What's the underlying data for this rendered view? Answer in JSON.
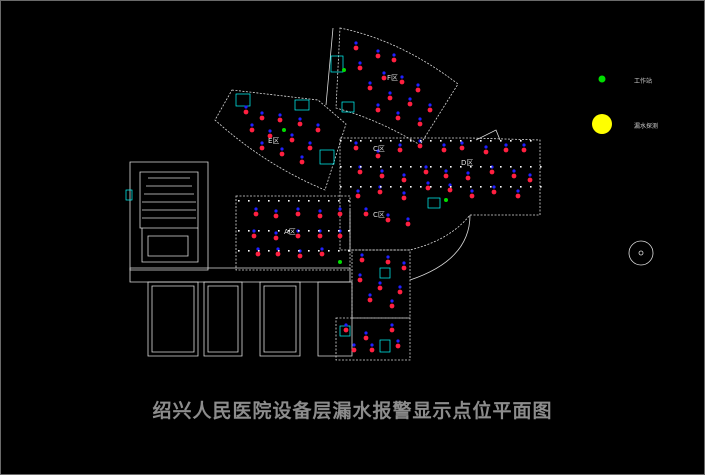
{
  "title": "绍兴人民医院设备层漏水报警显示点位平面图",
  "legend": {
    "items": [
      {
        "label": "工作站",
        "symbol": "green-dot",
        "color": "#00dd00"
      },
      {
        "label": "漏水探测",
        "symbol": "yellow-dot",
        "color": "#ffff00"
      }
    ]
  },
  "zones": [
    {
      "label": "F区"
    },
    {
      "label": "E区"
    },
    {
      "label": "C区"
    },
    {
      "label": "D区"
    },
    {
      "label": "C区"
    },
    {
      "label": "A区"
    }
  ],
  "colors": {
    "background": "#000000",
    "wall": "#dcdcdc",
    "sensor_red": "#ff2040",
    "sensor_blue": "#2020ff",
    "workstation_green": "#00dd00",
    "cyan_equipment": "#00ffff"
  }
}
